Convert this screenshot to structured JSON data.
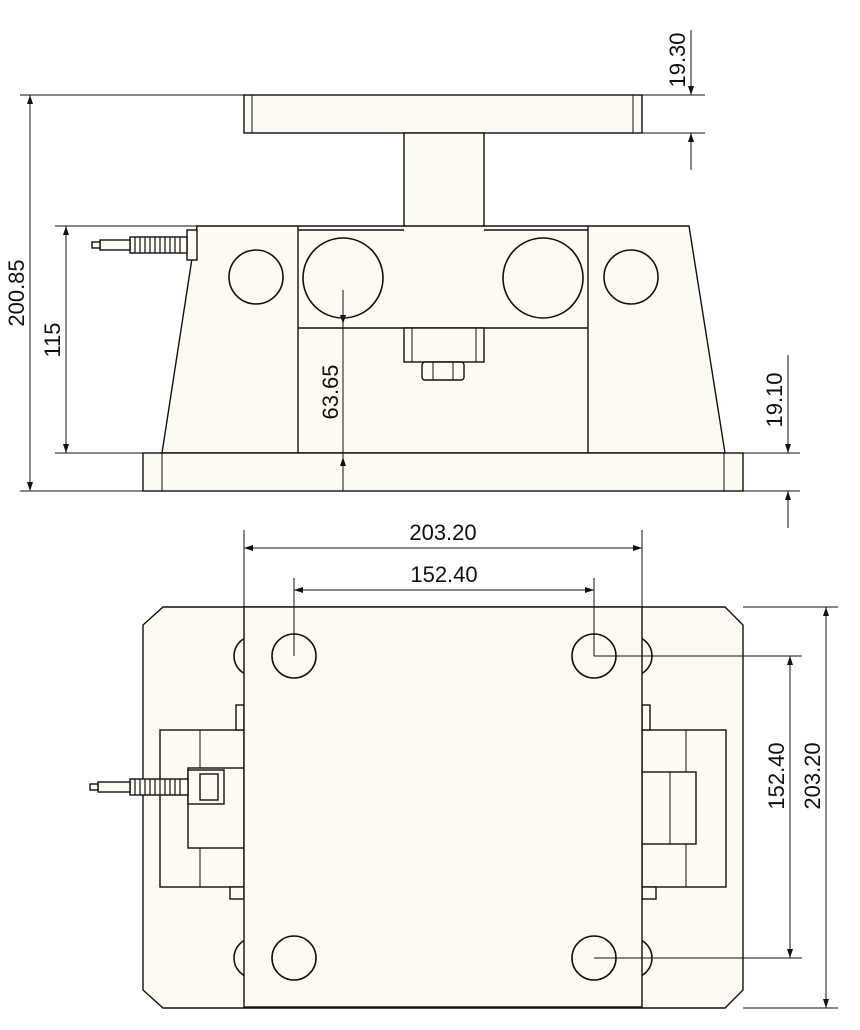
{
  "colors": {
    "stroke": "#111111",
    "part_fill": "#fdfaf1",
    "background": "#ffffff"
  },
  "side_view": {
    "dimensions": {
      "overall_height": "200.85",
      "base_height": "115",
      "pin_height": "63.65",
      "top_plate_thickness": "19.30",
      "bottom_plate_thickness": "19.10"
    }
  },
  "top_view": {
    "dimensions": {
      "plate_width": "203.20",
      "hole_spacing_x": "152.40",
      "hole_spacing_y": "152.40",
      "plate_depth": "203.20"
    }
  }
}
